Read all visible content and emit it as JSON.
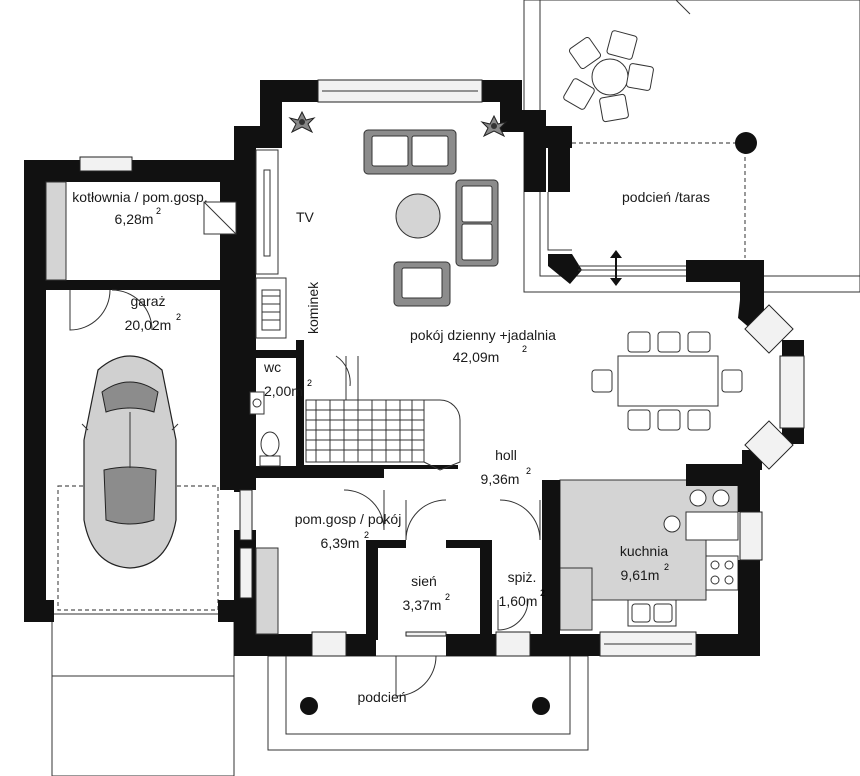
{
  "rooms": {
    "kotlownia": {
      "name": "kotłownia / pom.gosp.",
      "area": "6,28m",
      "unit_sup": "2"
    },
    "garaz": {
      "name": "garaż",
      "area": "20,02m",
      "unit_sup": "2"
    },
    "wc": {
      "name": "wc",
      "area": "2,00m",
      "unit_sup": "2"
    },
    "pokoj_dzienny": {
      "name": "pokój dzienny +jadalnia",
      "area": "42,09m",
      "unit_sup": "2"
    },
    "holl": {
      "name": "holl",
      "area": "9,36m",
      "unit_sup": "2"
    },
    "pom_gosp_pokoj": {
      "name": "pom.gosp / pokój",
      "area": "6,39m",
      "unit_sup": "2"
    },
    "sien": {
      "name": "sień",
      "area": "3,37m",
      "unit_sup": "2"
    },
    "spiz": {
      "name": "spiż.",
      "area": "1,60m",
      "unit_sup": "2"
    },
    "kuchnia": {
      "name": "kuchnia",
      "area": "9,61m",
      "unit_sup": "2"
    },
    "podcien_taras": {
      "name": "podcień /taras"
    },
    "podcien": {
      "name": "podcień"
    }
  },
  "labels": {
    "tv": "TV",
    "kominek": "kominek"
  },
  "colors": {
    "wall": "#111111",
    "kitchen_counter": "#d4d4d4",
    "furniture": "#8c8c8c",
    "background": "#ffffff"
  },
  "icons": [
    "plant-icon",
    "car-icon",
    "sofa-icon",
    "armchair-icon",
    "table-icon",
    "sink-icon",
    "toilet-icon",
    "stove-icon",
    "double-arrow-icon"
  ]
}
